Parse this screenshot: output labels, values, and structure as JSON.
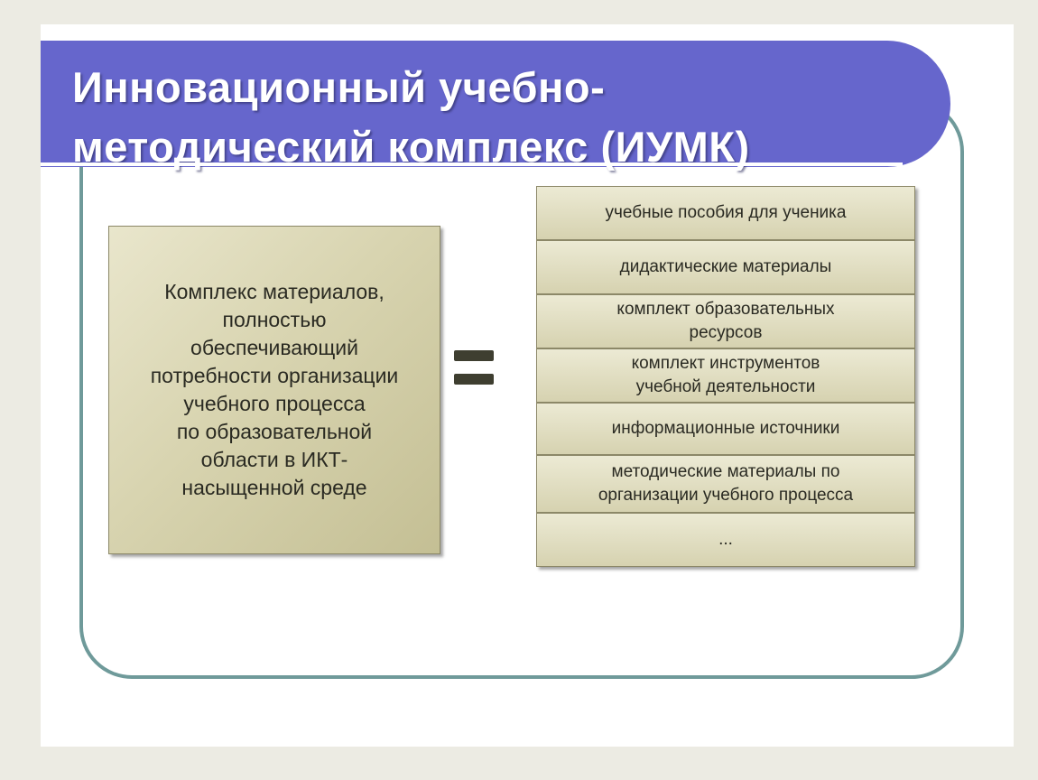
{
  "title": "Инновационный учебно-\nметодический комплекс (ИУМК)",
  "left_box": {
    "text": "Комплекс материалов,\nполностью\nобеспечивающий\nпотребности организации\nучебного процесса\nпо образовательной\nобласти  в ИКТ-\nнасыщенной среде"
  },
  "equals_sign": "=",
  "components": [
    {
      "label": "учебные пособия для ученика"
    },
    {
      "label": "дидактические материалы"
    },
    {
      "label": "комплект образовательных\nресурсов"
    },
    {
      "label": "комплект инструментов\nучебной деятельности"
    },
    {
      "label": "информационные источники"
    },
    {
      "label": "методические материалы по\nорганизации учебного процесса"
    },
    {
      "label": "..."
    }
  ],
  "colors": {
    "title_bar": "#6666cc",
    "frame": "#6f9a9a",
    "box_fill": "#d8d4b0"
  }
}
